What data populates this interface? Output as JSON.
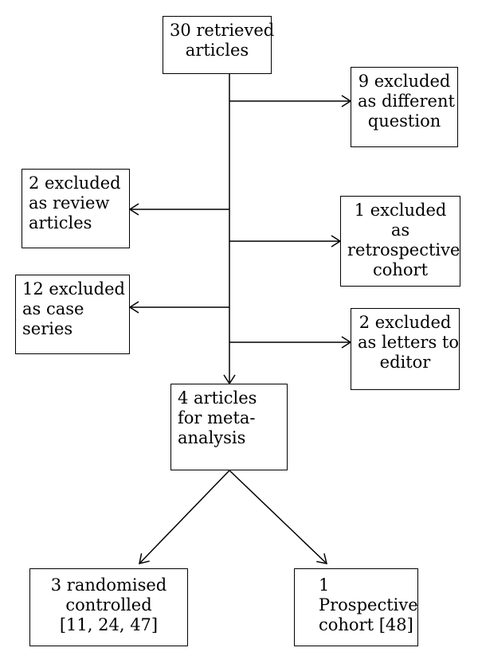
{
  "boxes": {
    "retrieved": [
      "30 retrieved",
      "articles"
    ],
    "different_question": [
      "9 excluded",
      "as different",
      "question"
    ],
    "review_articles": [
      "2 excluded",
      "as review",
      "articles"
    ],
    "retrospective": [
      "1 excluded",
      "as",
      "retrospective",
      "cohort"
    ],
    "case_series": [
      "12 excluded",
      "as case",
      "series"
    ],
    "letters": [
      "2 excluded",
      "as letters to",
      "editor"
    ],
    "meta_analysis": [
      "4 articles",
      "for meta-",
      "analysis"
    ],
    "rct": [
      "3 randomised",
      "controlled",
      "[11, 24, 47]"
    ],
    "prospective": [
      "1",
      "Prospective",
      "cohort [48]"
    ]
  },
  "colors": {
    "stroke": "#000000",
    "background": "#ffffff"
  }
}
